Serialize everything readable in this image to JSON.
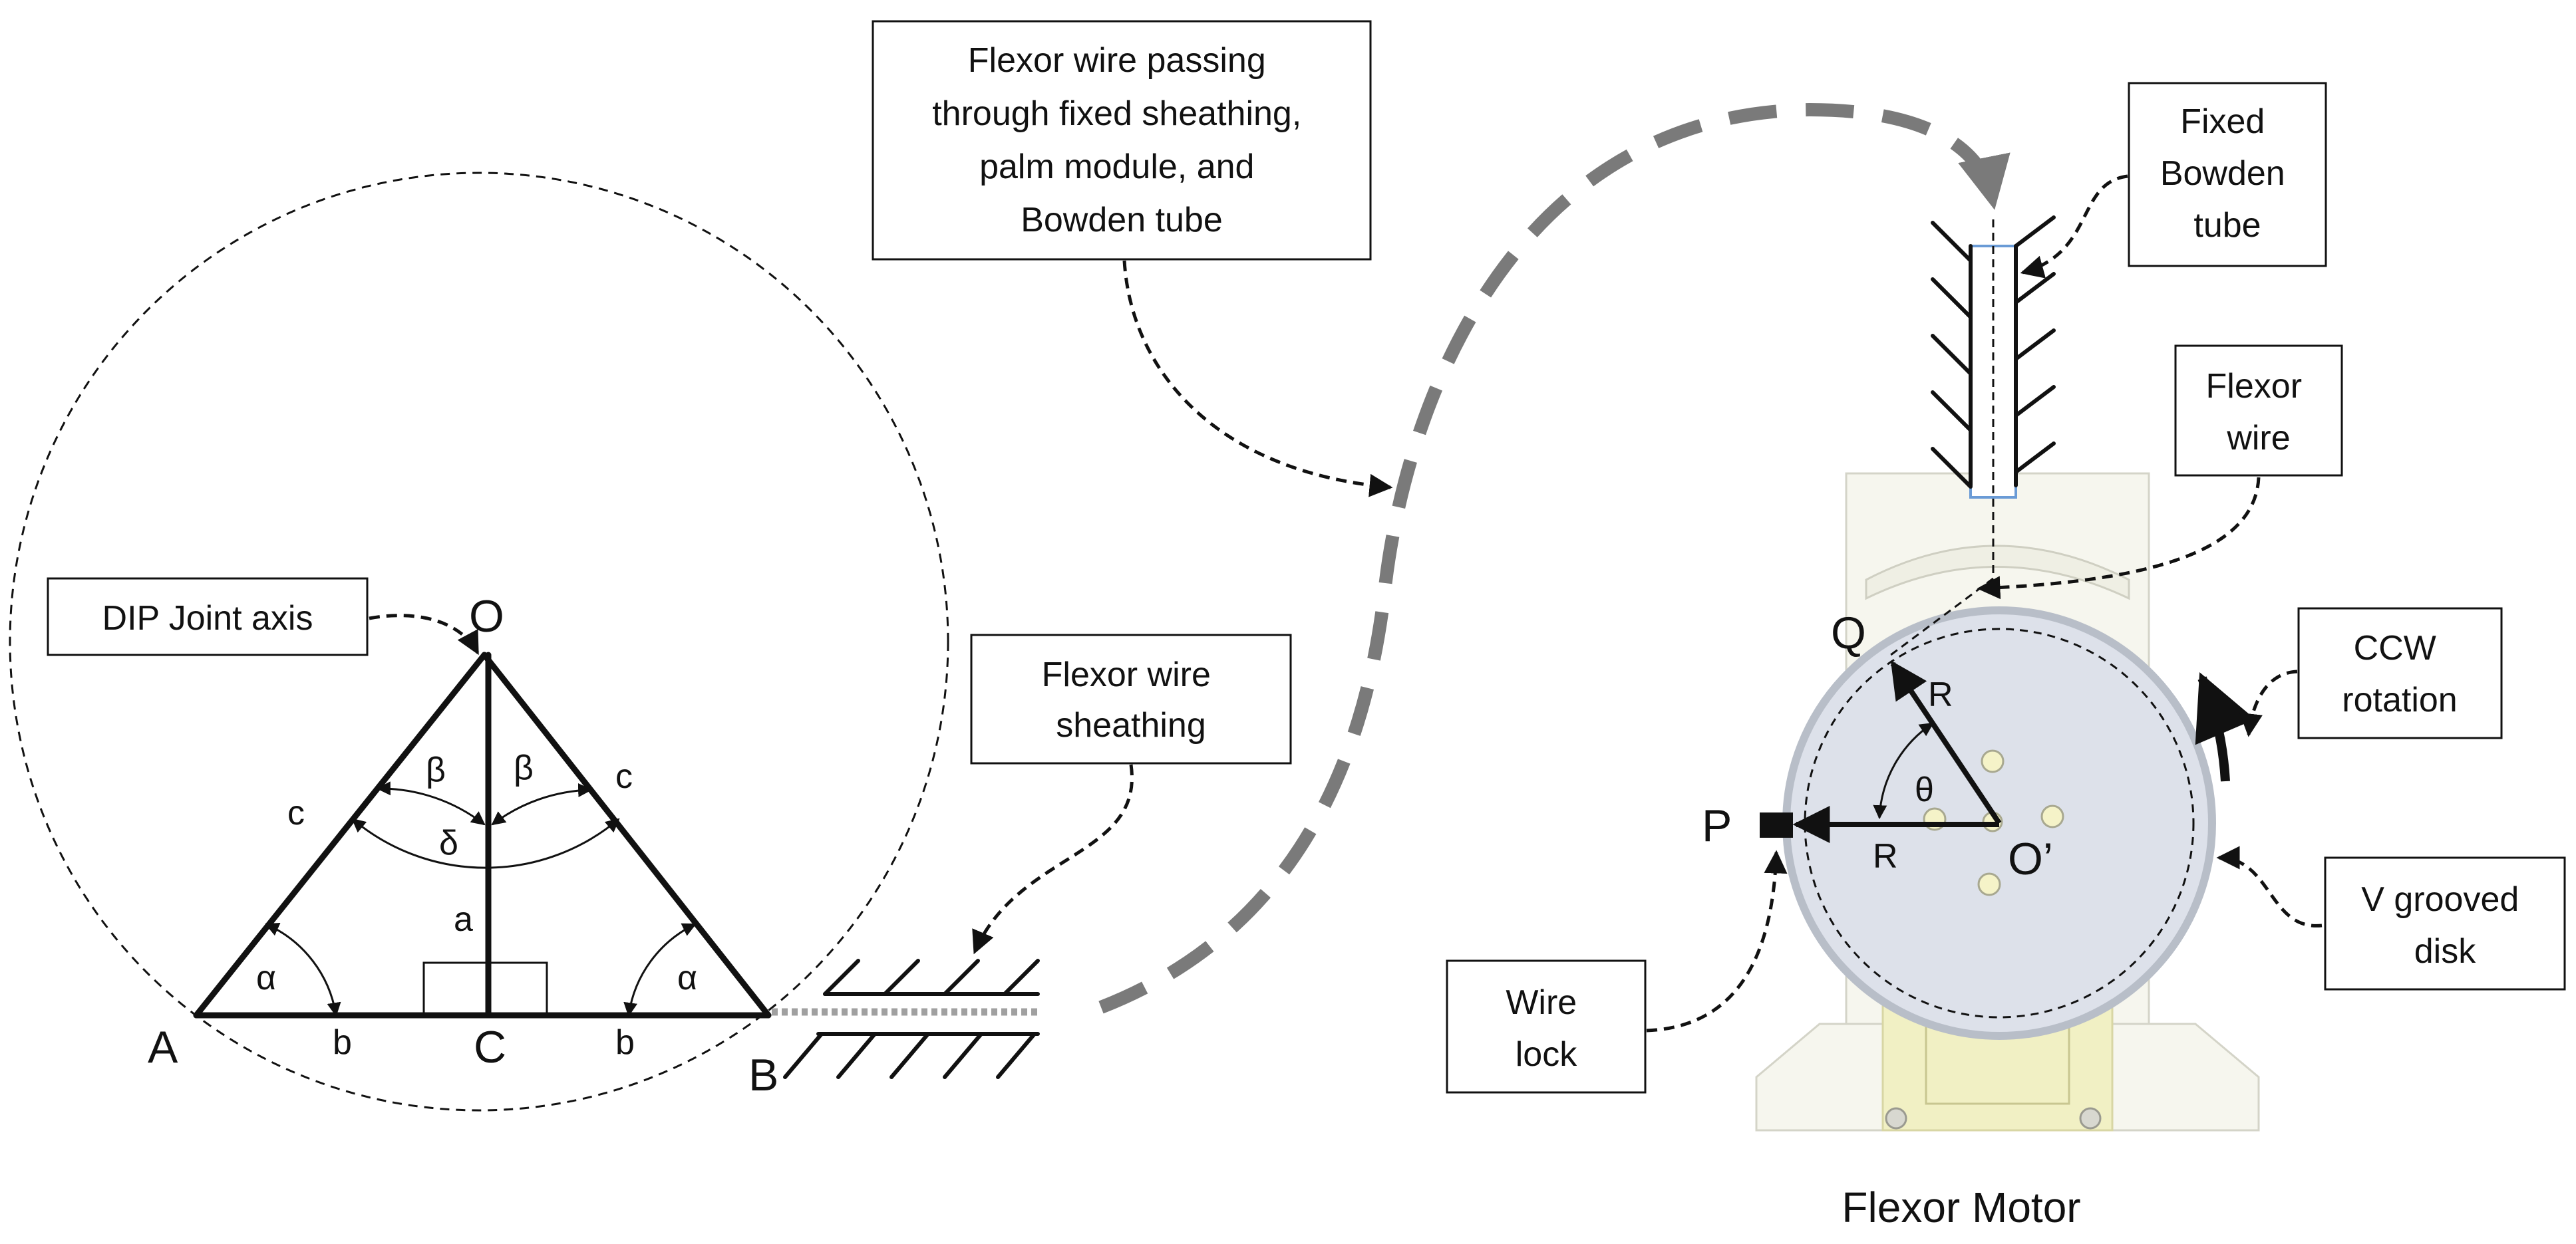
{
  "callouts": {
    "dip_joint_axis": [
      "DIP Joint axis"
    ],
    "flexor_wire_passing": [
      "Flexor wire passing",
      "through fixed sheathing,",
      "palm module, and",
      "Bowden tube"
    ],
    "flexor_wire_sheathing": [
      "Flexor wire",
      "sheathing"
    ],
    "fixed_bowden_tube": [
      "Fixed",
      "Bowden",
      "tube"
    ],
    "flexor_wire": [
      "Flexor",
      "wire"
    ],
    "ccw_rotation": [
      "CCW",
      "rotation"
    ],
    "v_grooved_disk": [
      "V grooved",
      "disk"
    ],
    "wire_lock": [
      "Wire",
      "lock"
    ]
  },
  "geometry_labels": {
    "point_o": "O",
    "point_a": "A",
    "point_b": "B",
    "point_c": "C",
    "point_q": "Q",
    "point_p": "P",
    "point_o_prime": "O’",
    "side_a": "a",
    "side_b_left": "b",
    "side_b_right": "b",
    "side_c_left": "c",
    "side_c_right": "c",
    "angle_alpha_left": "α",
    "angle_alpha_right": "α",
    "angle_beta_left": "β",
    "angle_beta_right": "β",
    "angle_delta": "δ",
    "angle_theta": "θ",
    "radius_q": "R",
    "radius_p": "R"
  },
  "caption": "Flexor Motor",
  "colors": {
    "ink": "#111111",
    "arrow_gray": "#7a7a7a",
    "disk_fill": "#dde1ea",
    "disk_rim": "#b8bec8",
    "motor_body": "#f6f6ee",
    "motor_yellow": "#f1f0c4",
    "bowden_tube": "#6a9bd6",
    "sheath_dotted": "#a0a0a0"
  }
}
